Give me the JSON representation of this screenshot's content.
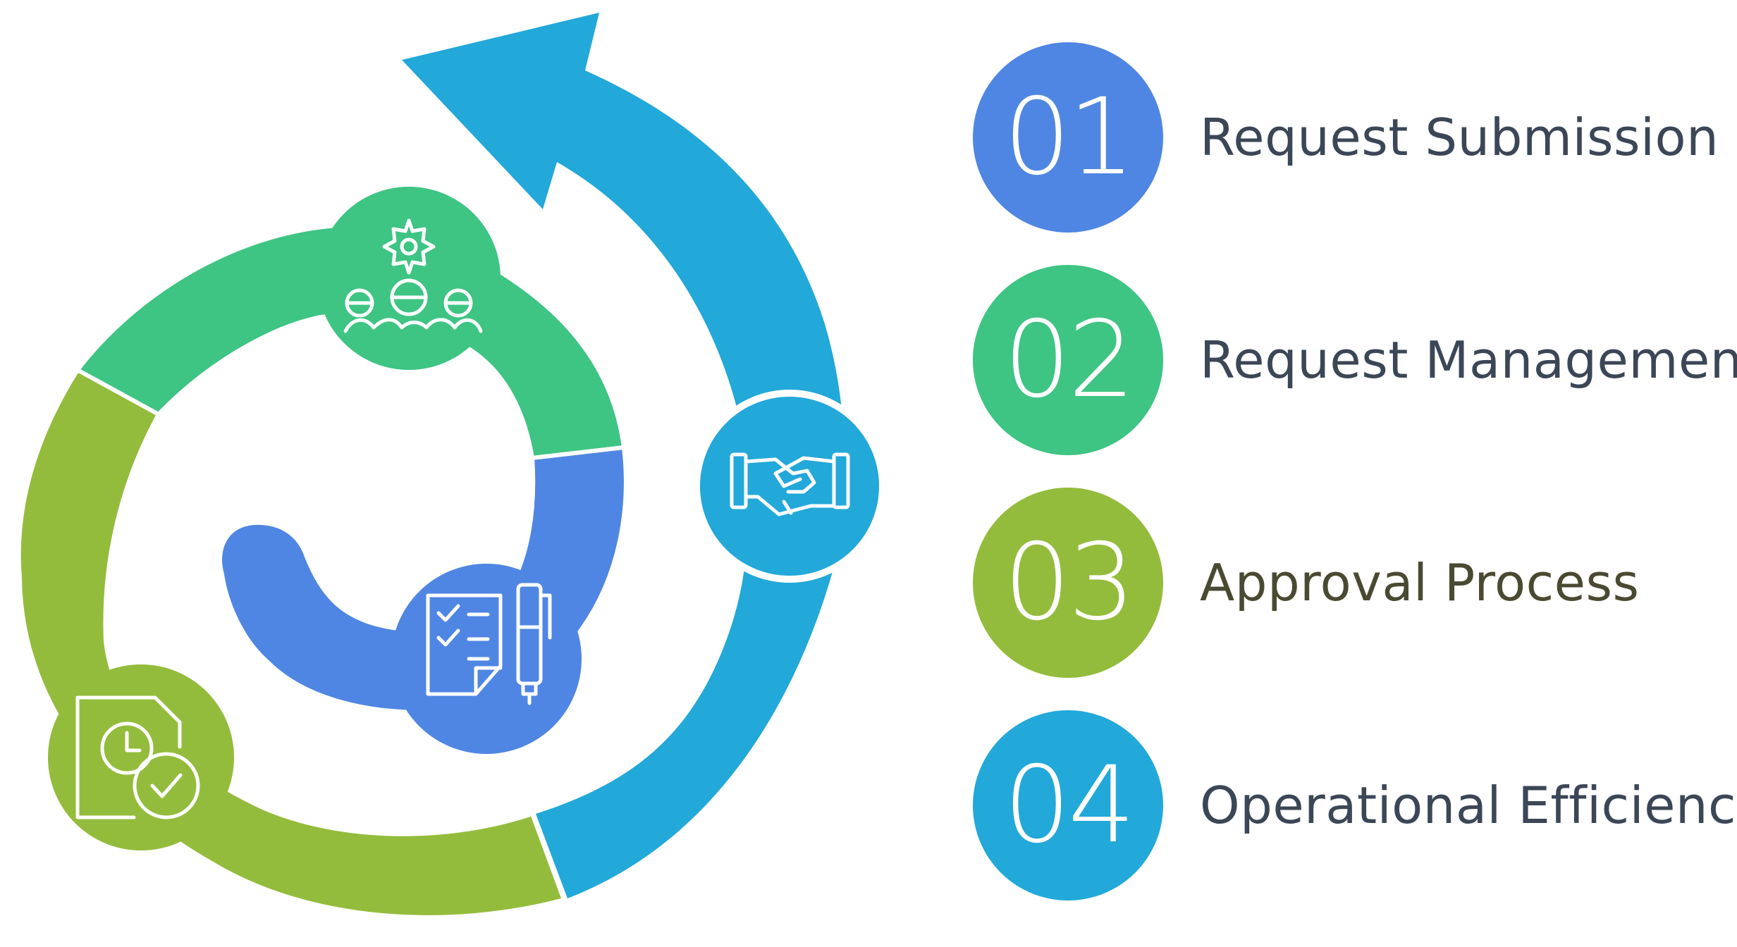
{
  "colors": {
    "blue": "#4f86e3",
    "green": "#3ec483",
    "olive": "#94bc3c",
    "cyan": "#22a8d9",
    "label_dark": "#3b4656",
    "label_olive": "#4a4a32",
    "white": "#ffffff"
  },
  "steps": [
    {
      "number": "01",
      "label": "Request Submission",
      "color": "#4f86e3",
      "icon": "checklist-pen-icon"
    },
    {
      "number": "02",
      "label": "Request Management",
      "color": "#3ec483",
      "icon": "team-gear-icon"
    },
    {
      "number": "03",
      "label": "Approval Process",
      "color": "#94bc3c",
      "icon": "document-clock-check-icon"
    },
    {
      "number": "04",
      "label": "Operational Efficiency",
      "color": "#22a8d9",
      "icon": "handshake-icon"
    }
  ]
}
